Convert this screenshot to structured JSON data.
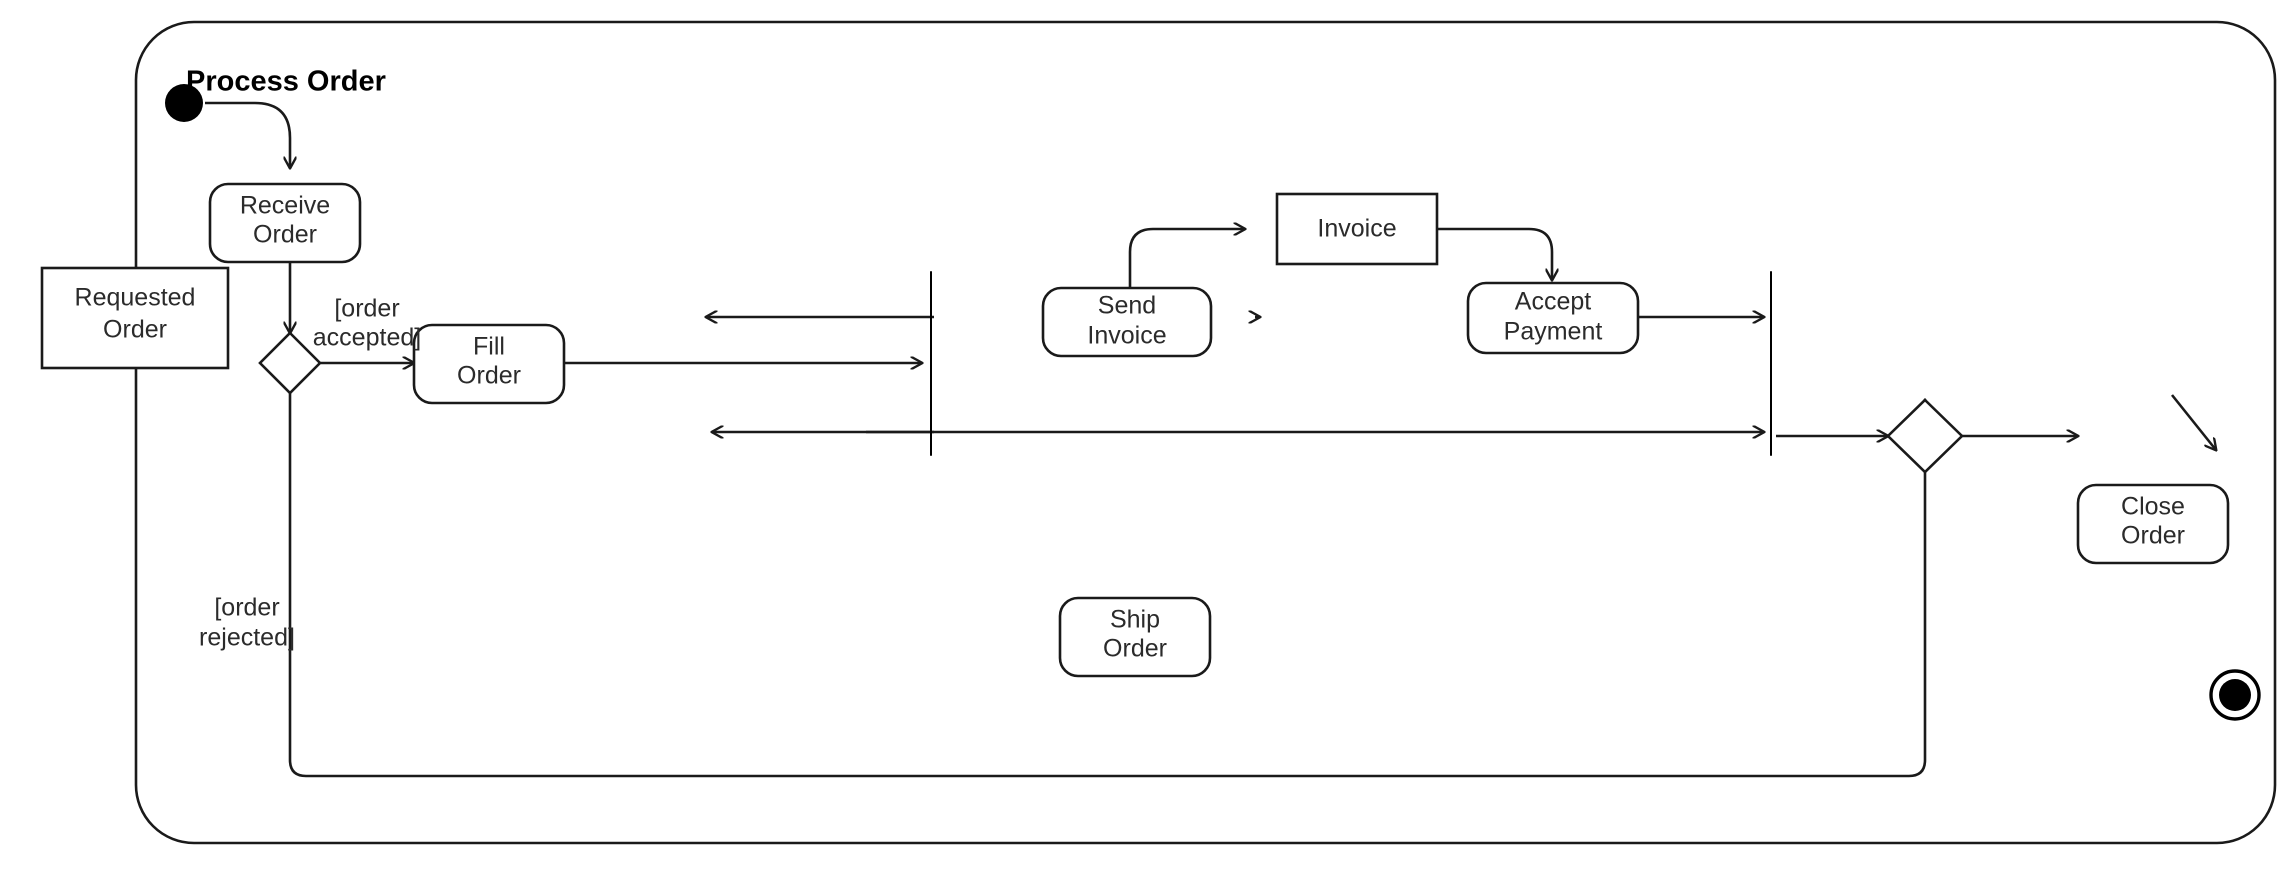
{
  "diagram": {
    "type": "uml-activity-diagram",
    "title": "Process Order",
    "nodes": {
      "requested_order": "Requested\nOrder",
      "requested_order_line1": "Requested",
      "requested_order_line2": "Order",
      "receive_order_line1": "Receive",
      "receive_order_line2": "Order",
      "fill_order_line1": "Fill",
      "fill_order_line2": "Order",
      "send_invoice_line1": "Send",
      "send_invoice_line2": "Invoice",
      "invoice": "Invoice",
      "accept_payment_line1": "Accept",
      "accept_payment_line2": "Payment",
      "ship_order_line1": "Ship",
      "ship_order_line2": "Order",
      "close_order_line1": "Close",
      "close_order_line2": "Order"
    },
    "guards": {
      "order_accepted_line1": "[order",
      "order_accepted_line2": "accepted]",
      "order_rejected_line1": "[order",
      "order_rejected_line2": "rejected]"
    },
    "control_nodes": {
      "initial": "initial-node",
      "final": "activity-final-node",
      "decision": "decision-node",
      "merge": "merge-node",
      "fork": "fork-bar",
      "join": "join-bar"
    },
    "colors": {
      "stroke": "#1a1a1a",
      "fill": "#ffffff",
      "text": "#2b2b2b",
      "bar": "#000000"
    }
  }
}
